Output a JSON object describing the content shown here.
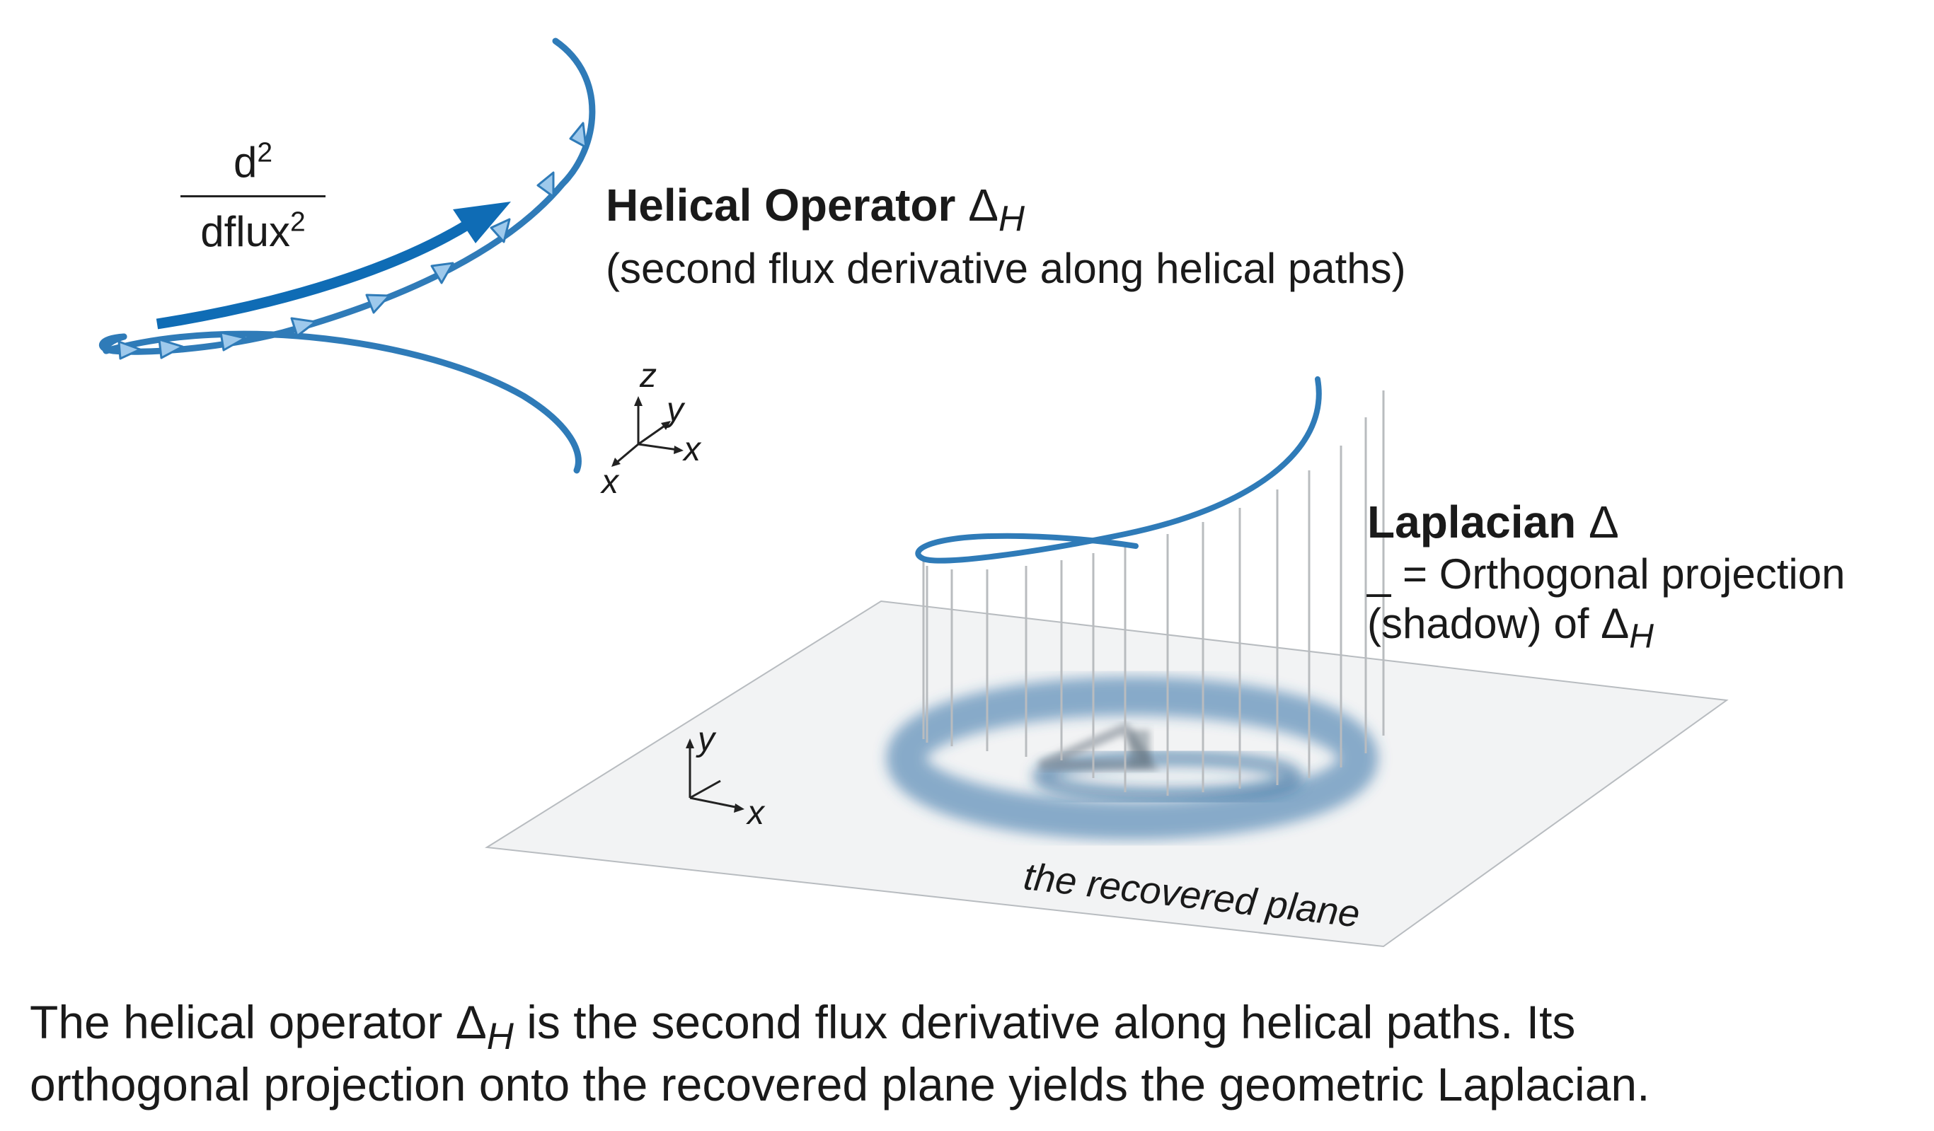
{
  "derivative_label": {
    "numerator_base": "d",
    "numerator_exp": "2",
    "denominator_base": "dflux",
    "denominator_exp": "2"
  },
  "helical_operator": {
    "title": "Helical Operator",
    "symbol": "Δ",
    "subscript": "H",
    "description": "(second flux derivative along helical paths)"
  },
  "axes_3d": {
    "z": "z",
    "y": "y",
    "x_right": "x",
    "x_front": "x"
  },
  "laplacian": {
    "title": "Laplacian",
    "symbol": "Δ",
    "line1_mark": "_",
    "line1_text": "= Orthogonal projection",
    "line2_prefix": "(shadow) of",
    "line2_symbol": "Δ",
    "line2_subscript": "H"
  },
  "plane_axes": {
    "y": "y",
    "x": "x"
  },
  "plane_label": "the recovered plane",
  "plane_shadow_symbol": "Δ",
  "caption": {
    "line1_prefix": "The helical operator",
    "line1_symbol": "Δ",
    "line1_subscript": "H",
    "line1_suffix": "is the second flux derivative along helical paths. Its",
    "line2": "orthogonal projection onto the recovered plane yields the geometric Laplacian."
  },
  "colors": {
    "helix_blue": "#2f7bb8",
    "arrow_blue": "#0f6cb5",
    "marker_fill": "#9ec9ec",
    "plane_fill": "#f2f3f4",
    "shadow_blue": "#2d6fa6"
  }
}
